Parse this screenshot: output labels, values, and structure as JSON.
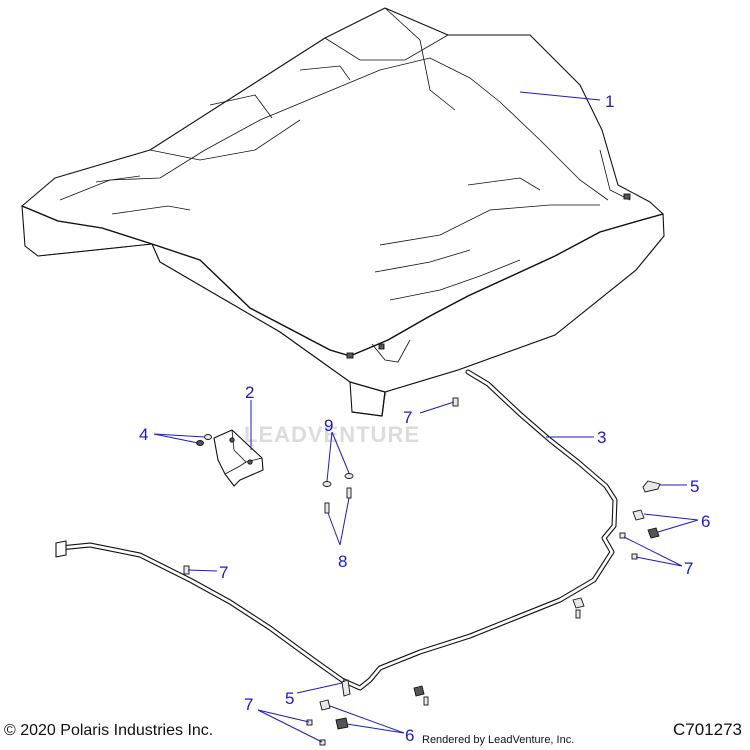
{
  "diagram": {
    "callouts": [
      {
        "id": "c1",
        "label": "1"
      },
      {
        "id": "c2",
        "label": "2"
      },
      {
        "id": "c3",
        "label": "3"
      },
      {
        "id": "c4",
        "label": "4"
      },
      {
        "id": "c5a",
        "label": "5"
      },
      {
        "id": "c5b",
        "label": "5"
      },
      {
        "id": "c6a",
        "label": "6"
      },
      {
        "id": "c6b",
        "label": "6"
      },
      {
        "id": "c7a",
        "label": "7"
      },
      {
        "id": "c7b",
        "label": "7"
      },
      {
        "id": "c7c",
        "label": "7"
      },
      {
        "id": "c7d",
        "label": "7"
      },
      {
        "id": "c8",
        "label": "8"
      },
      {
        "id": "c9",
        "label": "9"
      }
    ],
    "watermark": "LEADVENTURE",
    "accent_color": "#1a1acc"
  },
  "footer": {
    "copyright": "© 2020 Polaris Industries Inc.",
    "rendered_by": "Rendered by LeadVenture, Inc.",
    "diagram_id": "C701273"
  }
}
